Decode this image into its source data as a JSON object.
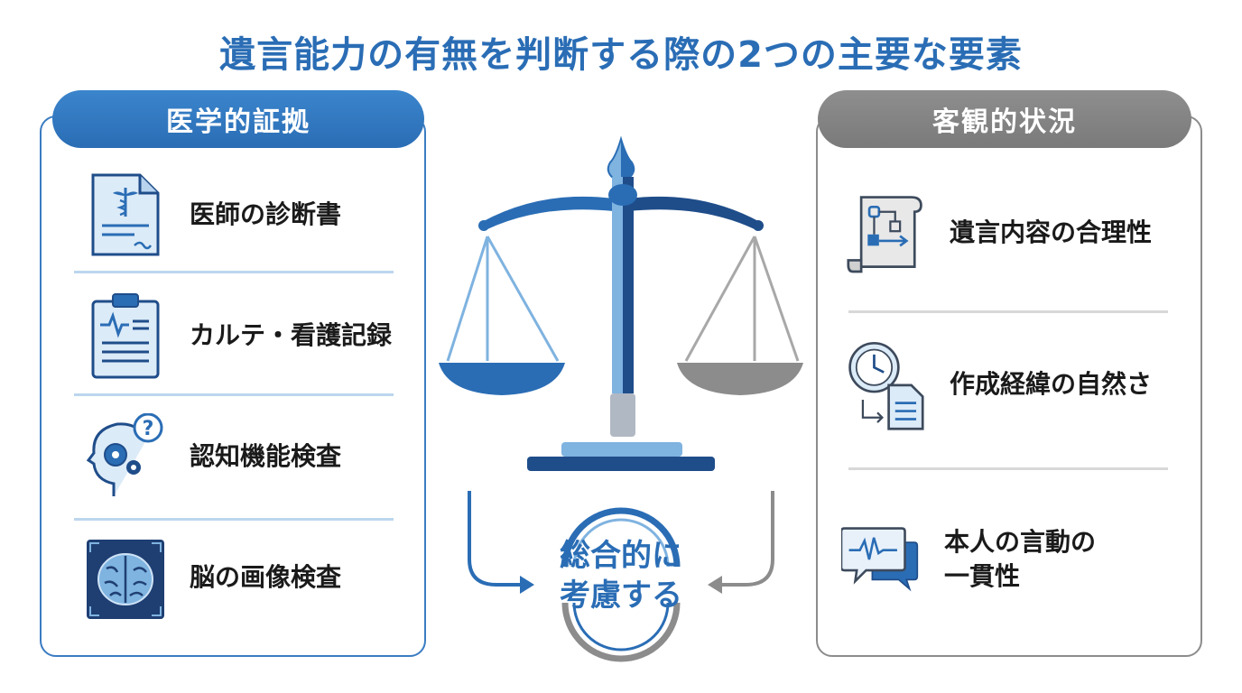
{
  "title": "遺言能力の有無を判断する際の2つの主要な要素",
  "left_panel": {
    "heading": "医学的証拠",
    "items": [
      {
        "label": "医師の診断書",
        "icon": "medical-certificate-icon"
      },
      {
        "label": "カルテ・看護記録",
        "icon": "clipboard-chart-icon"
      },
      {
        "label": "認知機能検査",
        "icon": "head-gears-icon"
      },
      {
        "label": "脳の画像検査",
        "icon": "brain-scan-icon"
      }
    ]
  },
  "right_panel": {
    "heading": "客観的状況",
    "items": [
      {
        "label": "遺言内容の合理性",
        "icon": "scroll-flowchart-icon"
      },
      {
        "label": "作成経緯の自然さ",
        "icon": "clock-document-icon"
      },
      {
        "label_line1": "本人の言動の",
        "label_line2": "一貫性",
        "icon": "speech-bubbles-icon"
      }
    ]
  },
  "center": {
    "line1": "総合的に",
    "line2": "考慮する"
  },
  "colors": {
    "primary_blue": "#2a6db5",
    "light_blue": "#7fb3e0",
    "navy": "#1f4d8a",
    "gray": "#8c8c8c"
  }
}
